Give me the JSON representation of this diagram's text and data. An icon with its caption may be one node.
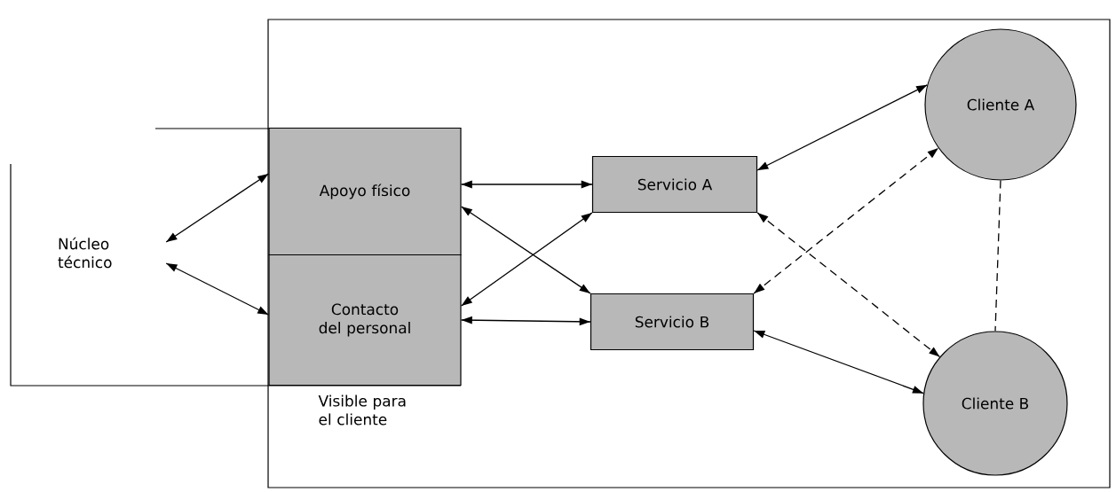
{
  "diagram": {
    "nodes": [
      {
        "text": [
          "Núcleo técnico"
        ]
      },
      {
        "text": [
          "Apoyo físico"
        ]
      },
      {
        "text": [
          "Contacto del personal"
        ]
      },
      {
        "text": [
          "Servicio A"
        ]
      },
      {
        "text": [
          "Servicio B"
        ]
      },
      {
        "text": [
          "Cliente A"
        ]
      },
      {
        "text": [
          "Cliente B"
        ]
      }
    ],
    "edges": [
      {
        "from": 0,
        "to": 1,
        "arrow": "both"
      },
      {
        "from": 0,
        "to": 2,
        "arrow": "both"
      },
      {
        "from": 1,
        "to": 3,
        "arrow": "both"
      },
      {
        "from": 1,
        "to": 4,
        "arrow": "both"
      },
      {
        "from": 2,
        "to": 3,
        "arrow": "both"
      },
      {
        "from": 2,
        "to": 4,
        "arrow": "both"
      },
      {
        "from": 3,
        "to": 5,
        "arrow": "both"
      },
      {
        "from": 4,
        "to": 6,
        "arrow": "both"
      },
      {
        "from": 3,
        "to": 6,
        "arrow": "both",
        "style": "dashed"
      },
      {
        "from": 4,
        "to": 5,
        "arrow": "both",
        "style": "dashed"
      },
      {
        "from": 5,
        "to": 6,
        "arrow": "none",
        "style": "dashed"
      }
    ],
    "labels": [
      "Visible para el cliente"
    ]
  }
}
